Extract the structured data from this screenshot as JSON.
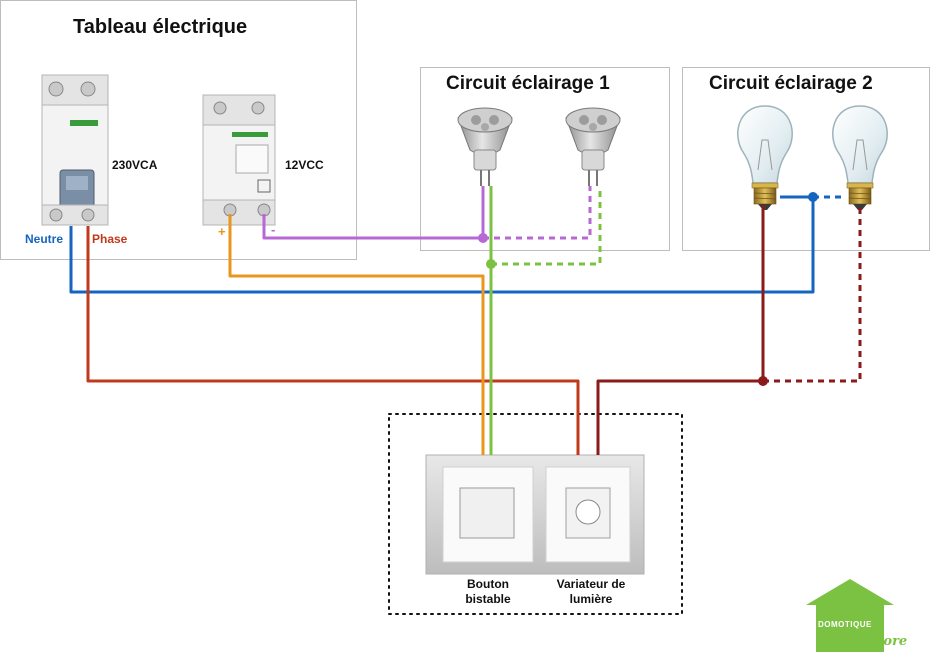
{
  "panel": {
    "title": "Tableau électrique",
    "breaker_voltage": "230VCA",
    "psu_voltage": "12VCC",
    "neutre_label": "Neutre",
    "phase_label": "Phase",
    "plus_label": "+",
    "minus_label": "-"
  },
  "circuit1": {
    "title": "Circuit éclairage 1"
  },
  "circuit2": {
    "title": "Circuit éclairage 2"
  },
  "switches": {
    "button_caption_line1": "Bouton",
    "button_caption_line2": "bistable",
    "dimmer_caption_line1": "Variateur de",
    "dimmer_caption_line2": "lumière"
  },
  "logo": {
    "text1": "DOMOTIQUE",
    "text2": "Store"
  },
  "colors": {
    "neutral": "#1565c0",
    "phase": "#c1391b",
    "dimmer_out": "#8b1a1a",
    "positive": "#e8961e",
    "negative": "#b768d6",
    "control": "#7cc242",
    "logo": "#7cc242"
  }
}
